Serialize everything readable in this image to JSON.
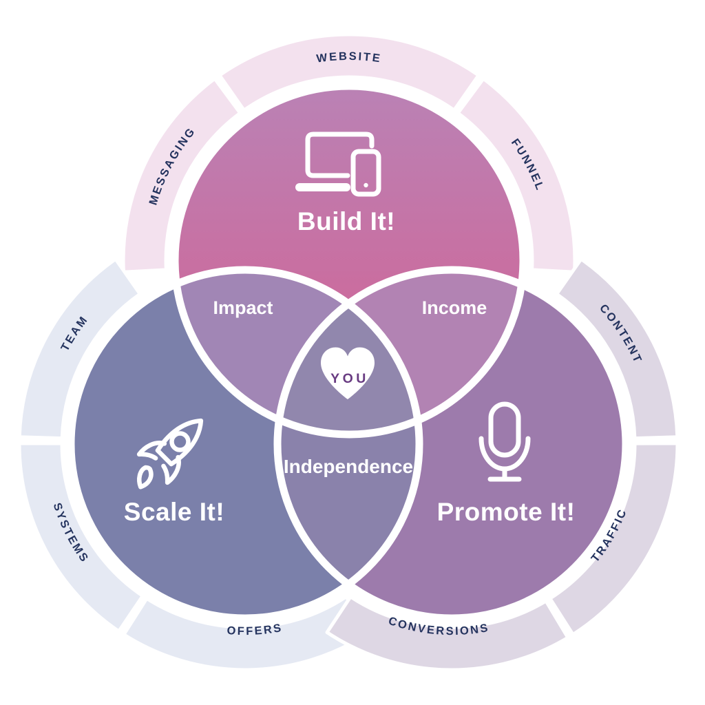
{
  "venn": {
    "build": {
      "label": "Build It!",
      "icon": "laptop-phone-icon",
      "ring": [
        "MESSAGING",
        "WEBSITE",
        "FUNNEL"
      ]
    },
    "scale": {
      "label": "Scale It!",
      "icon": "rocket-icon",
      "ring": [
        "TEAM",
        "SYSTEMS",
        "OFFERS"
      ]
    },
    "promote": {
      "label": "Promote It!",
      "icon": "microphone-icon",
      "ring": [
        "CONTENT",
        "TRAFFIC",
        "CONVERSIONS"
      ]
    },
    "intersections": {
      "build_scale": "Impact",
      "build_promote": "Income",
      "scale_promote": "Independence",
      "center": "YOU"
    }
  },
  "colors": {
    "background": "#ffffff",
    "build_gradient_top": "#ba82b5",
    "build_gradient_bottom": "#d55f90",
    "scale_circle": "#7b80aa",
    "promote_circle": "#9d7bac",
    "region_impact": "#a186b5",
    "region_income": "#b283b3",
    "region_independence": "#8a82ab",
    "region_center": "#9187ad",
    "ring_build": "#f3e1ee",
    "ring_scale": "#e5e9f3",
    "ring_promote": "#ded7e4",
    "ring_text": "#24335e",
    "label_text": "#ffffff",
    "you_text": "#693c82",
    "heart": "#ffffff",
    "outline": "#ffffff"
  }
}
